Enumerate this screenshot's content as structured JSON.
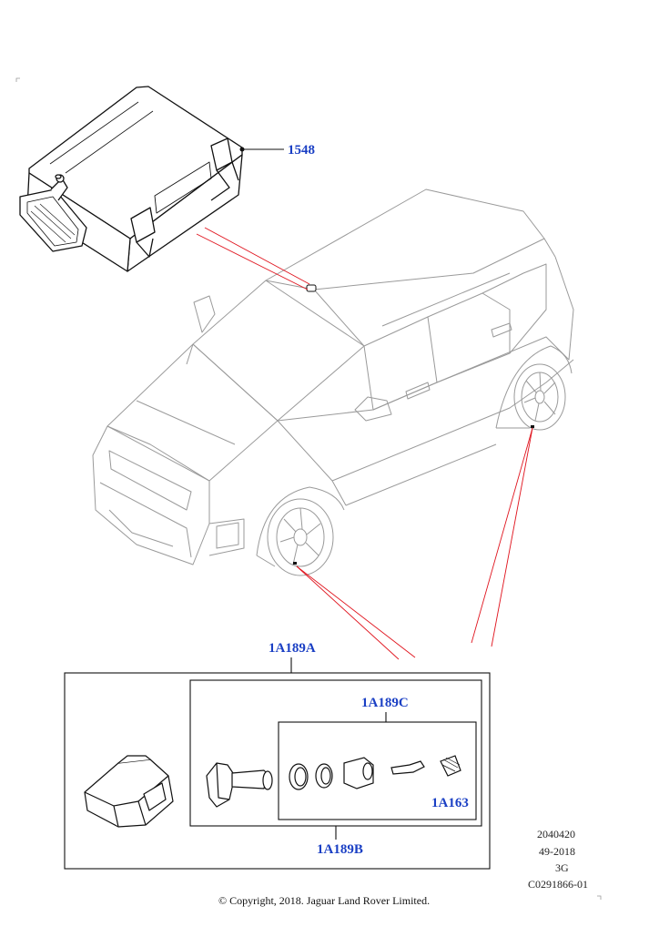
{
  "callouts": {
    "module": "1548",
    "sensor_kit": "1A189A",
    "valve_kit": "1A189C",
    "sensor_valve": "1A189B",
    "valve_cap": "1A163"
  },
  "meta": {
    "line1": "2040420",
    "line2": "49-2018",
    "line3": "3G",
    "line4": "C0291866-01"
  },
  "copyright": "© Copyright, 2018. Jaguar Land Rover Limited.",
  "colors": {
    "callout_text": "#1a3fc4",
    "leader_red": "#e0141e",
    "line_dark": "#111111",
    "car_outline": "#9a9a9a"
  }
}
